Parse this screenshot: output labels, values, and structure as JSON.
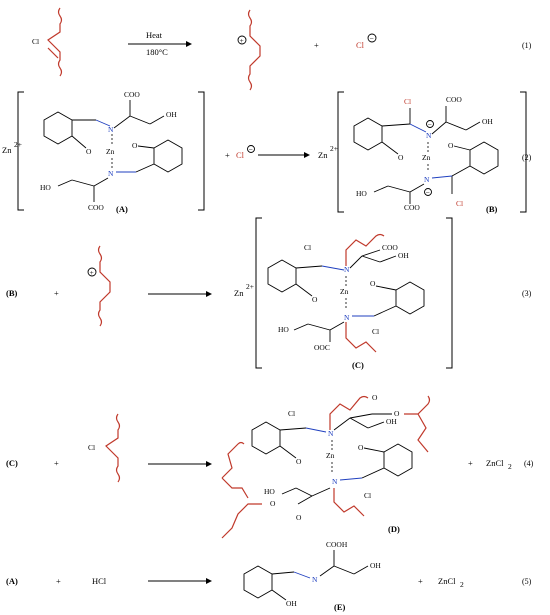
{
  "reactions": [
    {
      "number": "(1)",
      "condition_top": "Heat",
      "condition_bottom": "180°C",
      "plus": "+",
      "chloride": "Cl",
      "chlorine": "Cl"
    },
    {
      "number": "(2)",
      "left_label": "(A)",
      "right_label": "(B)",
      "zn": "Zn",
      "charge": "2+",
      "chloride": "Cl",
      "plus": "+"
    },
    {
      "number": "(3)",
      "left_label": "(B)",
      "right_label": "(C)",
      "plus": "+",
      "charge": "2+",
      "zn": "Zn"
    },
    {
      "number": "(4)",
      "left_label": "(C)",
      "right_label": "(D)",
      "plus": "+",
      "plus2": "+",
      "byproduct": "ZnCl",
      "byproduct_sub": "2",
      "chlorine": "Cl"
    },
    {
      "number": "(5)",
      "left_label": "(A)",
      "plus": "+",
      "reagent": "HCl",
      "right_label": "(E)",
      "plus2": "+",
      "byproduct": "ZnCl",
      "byproduct_sub": "2"
    }
  ],
  "atoms": {
    "coo": "COO",
    "cooh": "COOH",
    "oh": "OH",
    "ho": "HO",
    "ooc": "OOC",
    "o": "O",
    "n": "N",
    "cl": "Cl",
    "zn": "Zn",
    "minus": "−",
    "plus": "+"
  }
}
